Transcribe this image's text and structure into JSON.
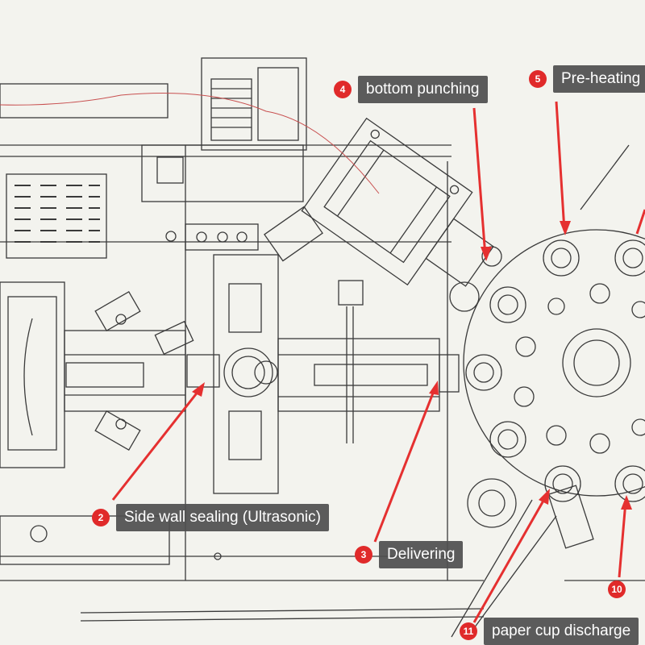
{
  "callouts": [
    {
      "number": "2",
      "text": "Side wall sealing (Ultrasonic)"
    },
    {
      "number": "3",
      "text": "Delivering"
    },
    {
      "number": "4",
      "text": "bottom punching"
    },
    {
      "number": "5",
      "text": "Pre-heating"
    },
    {
      "number": "10",
      "text": ""
    },
    {
      "number": "11",
      "text": "paper cup discharge"
    }
  ],
  "colors": {
    "background": "#f3f3ee",
    "line": "#3a3a3a",
    "callout_marker": "#e02a2a",
    "callout_arrow": "#e53030",
    "label_background": "#4e4e4e",
    "label_text": "#ffffff"
  }
}
